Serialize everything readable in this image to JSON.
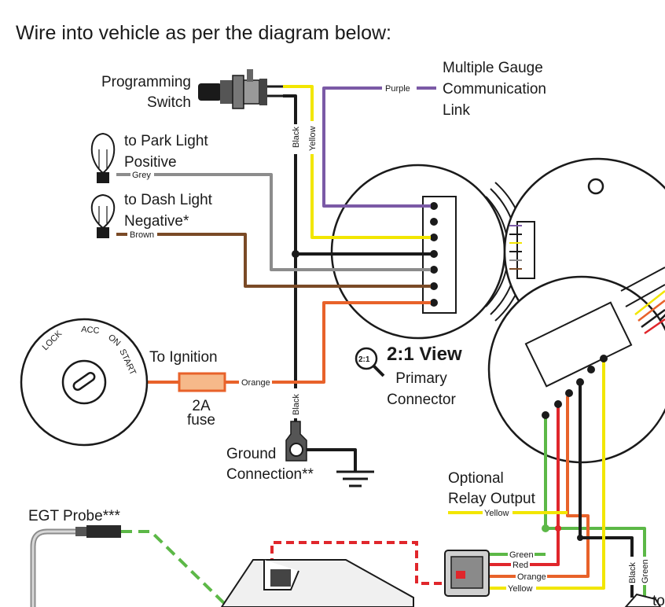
{
  "heading": "Wire into vehicle as per the diagram below:",
  "labels": {
    "programming_switch": [
      "Programming",
      "Switch"
    ],
    "park_light": [
      "to Park Light",
      "Positive"
    ],
    "dash_light": [
      "to Dash Light",
      "Negative*"
    ],
    "multi_gauge": [
      "Multiple Gauge",
      "Communication",
      "Link"
    ],
    "to_ignition": "To Ignition",
    "fuse": [
      "2A",
      "fuse"
    ],
    "ground": [
      "Ground",
      "Connection**"
    ],
    "view": "2:1 View",
    "primary_connector": [
      "Primary",
      "Connector"
    ],
    "zoom_badge": "2:1",
    "relay": [
      "Optional",
      "Relay Output"
    ],
    "egt": "EGT Probe***",
    "partial": "to"
  },
  "ignition": {
    "lock": "LOCK",
    "acc": "ACC",
    "on": "ON",
    "start": "START"
  },
  "wire_tags": {
    "black_top": "Black",
    "yellow_top": "Yellow",
    "purple": "Purple",
    "grey": "Grey",
    "brown": "Brown",
    "orange": "Orange",
    "black_bottom": "Black",
    "relay_yellow": "Yellow",
    "conn_green": "Green",
    "conn_red": "Red",
    "conn_orange": "Orange",
    "conn_yellow": "Yellow",
    "right_black": "Black",
    "right_green": "Green"
  },
  "colors": {
    "black": "#1a1a1a",
    "yellow": "#f2e600",
    "purple": "#7b5aa6",
    "grey": "#8c8c8c",
    "brown": "#7a4a26",
    "orange": "#e8622a",
    "green": "#5cb847",
    "red": "#e0262b",
    "fuse": "#f6b98a"
  }
}
